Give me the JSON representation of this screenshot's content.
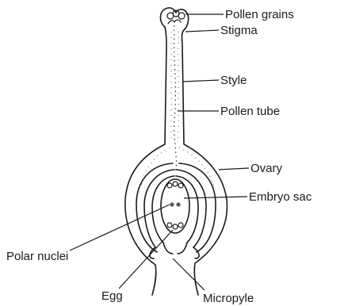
{
  "diagram": {
    "labels": {
      "pollen_grains": "Pollen grains",
      "stigma": "Stigma",
      "style": "Style",
      "pollen_tube": "Pollen tube",
      "ovary": "Ovary",
      "embryo_sac": "Embryo sac",
      "polar_nuclei": "Polar nuclei",
      "egg": "Egg",
      "micropyle": "Micropyle"
    },
    "colors": {
      "ink": "#1a1a1a",
      "background": "#ffffff"
    }
  }
}
